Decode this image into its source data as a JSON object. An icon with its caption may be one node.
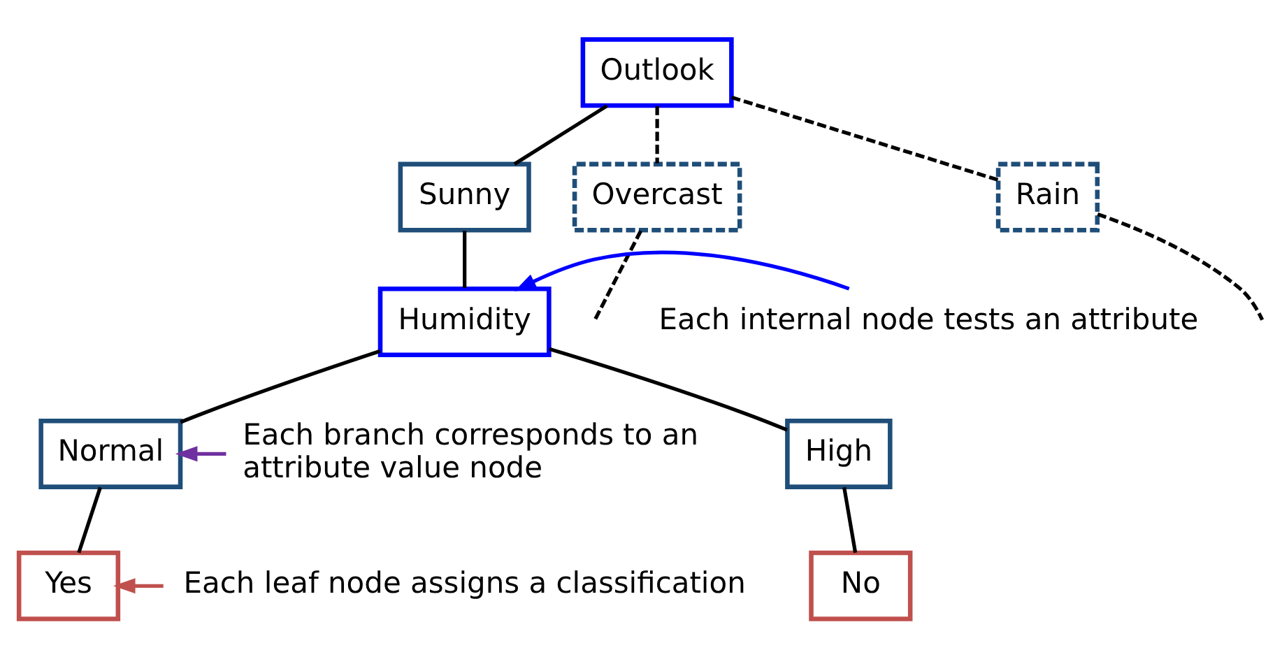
{
  "diagram": {
    "nodes": [
      {
        "text": [
          "Outlook"
        ]
      },
      {
        "text": [
          "Sunny"
        ]
      },
      {
        "text": [
          "Overcast"
        ]
      },
      {
        "text": [
          "Rain"
        ]
      },
      {
        "text": [
          "Humidity"
        ]
      },
      {
        "text": [
          "High"
        ]
      },
      {
        "text": [
          "Normal"
        ]
      },
      {
        "text": [
          "No"
        ]
      },
      {
        "text": [
          "Yes"
        ]
      },
      {
        "text": [
          "Each internal node tests an attribute"
        ]
      },
      {
        "text": [
          "Each branch corresponds to an attribute value node"
        ]
      },
      {
        "text": [
          "Each leaf node assigns a classification"
        ]
      }
    ],
    "edges": [
      {
        "from": 0,
        "to": 1,
        "arrow": "none"
      },
      {
        "from": 0,
        "to": 2,
        "arrow": "none",
        "style": "dashed"
      },
      {
        "from": 0,
        "to": 3,
        "arrow": "none",
        "style": "dashed"
      },
      {
        "from": 2,
        "to": null,
        "arrow": "none",
        "style": "dashed"
      },
      {
        "from": 3,
        "to": null,
        "arrow": "none",
        "style": "dashed"
      },
      {
        "from": 1,
        "to": 4,
        "arrow": "none"
      },
      {
        "from": 4,
        "to": 5,
        "arrow": "none"
      },
      {
        "from": 4,
        "to": 6,
        "arrow": "none"
      },
      {
        "from": 5,
        "to": 7,
        "arrow": "none"
      },
      {
        "from": 6,
        "to": 8,
        "arrow": "none"
      },
      {
        "from": 9,
        "to": 4,
        "arrow": "to",
        "color": "#0000ff"
      },
      {
        "from": 10,
        "to": 6,
        "arrow": "to",
        "color": "#7030a0"
      },
      {
        "from": 11,
        "to": 8,
        "arrow": "to",
        "color": "#c0504d"
      }
    ]
  }
}
